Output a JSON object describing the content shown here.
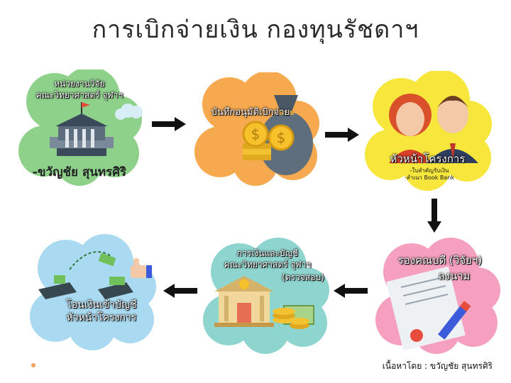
{
  "title": "การเบิกจ่ายเงิน กองทุนรัชดาฯ",
  "steps": [
    {
      "line1": "หน่วยงานวิจัย",
      "line2": "คณะวิทยาศาสตร์ จุฬาฯ",
      "caption": "-ขวัญชัย สุนทรศิริ"
    },
    {
      "line1": "บันทึกอนุมัติเบิกจ่าย"
    },
    {
      "line1": "หัวหน้าโครงการ",
      "note1": "-ใบสำคัญรับเงิน",
      "note2": "-สำเนา Book Bank"
    },
    {
      "line1": "รองคณบดี (วิจัยฯ)",
      "line2": "ลงนาม"
    },
    {
      "line1": "การเงินและบัญชี",
      "line2": "คณะวิทยาศาสตร์ จุฬาฯ",
      "line3": "(ตรวจสอบ)"
    },
    {
      "line1": "โอนเงินเข้าบัญชี",
      "line2": "หัวหน้าโครงการ"
    }
  ],
  "credit": "เนื้อหาโดย : ขวัญชัย สุนทรศิริ",
  "colors": {
    "green": "#8ed18b",
    "orange": "#f6a94f",
    "yellow": "#f7e63c",
    "pink": "#f6a0bf",
    "teal": "#8fd5cf",
    "blue": "#a9daf1",
    "arrow": "#111111"
  }
}
